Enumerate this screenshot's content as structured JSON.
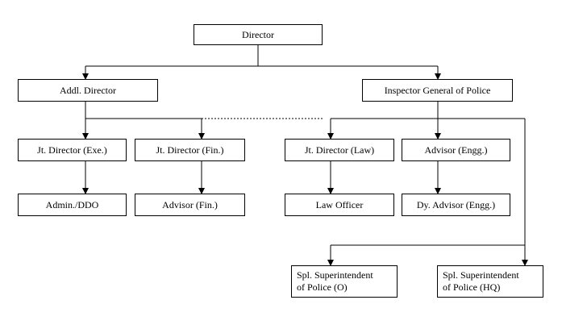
{
  "org_chart": {
    "director": "Director",
    "addl_director": "Addl. Director",
    "ig_police": "Inspector General of Police",
    "jt_director_exe": "Jt. Director (Exe.)",
    "jt_director_fin": "Jt. Director (Fin.)",
    "jt_director_law": "Jt. Director (Law)",
    "advisor_engg": "Advisor (Engg.)",
    "admin_ddo": "Admin./DDO",
    "advisor_fin": "Advisor (Fin.)",
    "law_officer": "Law Officer",
    "dy_advisor_engg": "Dy.  Advisor (Engg.)",
    "spl_sp_o": "Spl. Superintendent\nof Police (O)",
    "spl_sp_hq": "Spl. Superintendent\nof Police (HQ)"
  }
}
